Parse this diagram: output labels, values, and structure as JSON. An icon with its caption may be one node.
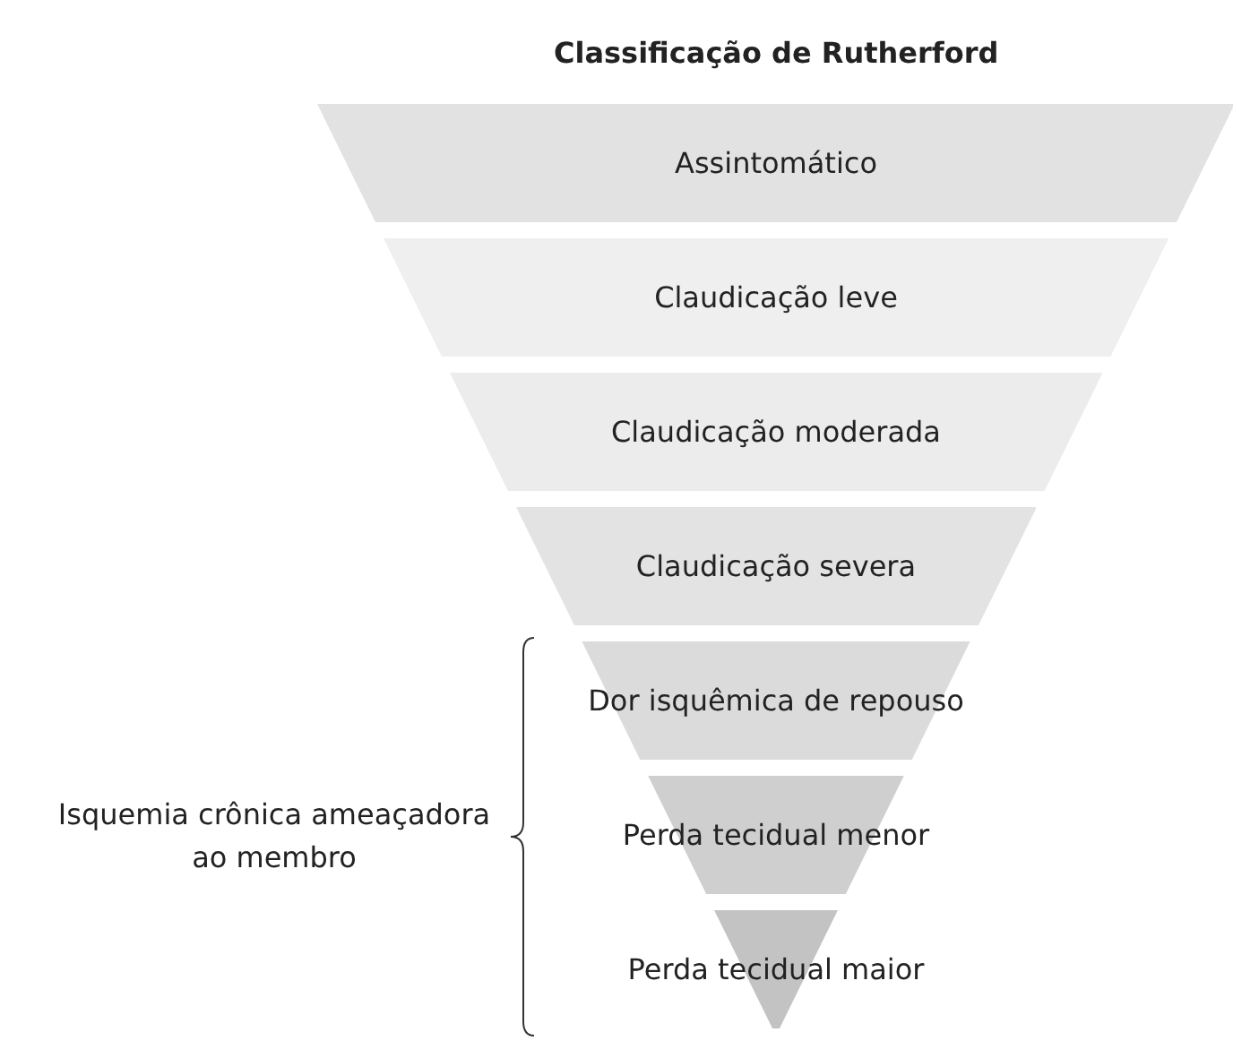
{
  "diagram": {
    "title": "Classificação de Rutherford",
    "nodes": [
      {
        "text": [
          "Assintomático"
        ]
      },
      {
        "text": [
          "Claudicação leve"
        ]
      },
      {
        "text": [
          "Claudicação moderada"
        ]
      },
      {
        "text": [
          "Claudicação severa"
        ]
      },
      {
        "text": [
          "Dor isquêmica de repouso"
        ]
      },
      {
        "text": [
          "Perda tecidual menor"
        ]
      },
      {
        "text": [
          "Perda tecidual maior"
        ]
      }
    ],
    "labels": [
      "Isquemia crônica ameaçadora ao membro"
    ]
  }
}
